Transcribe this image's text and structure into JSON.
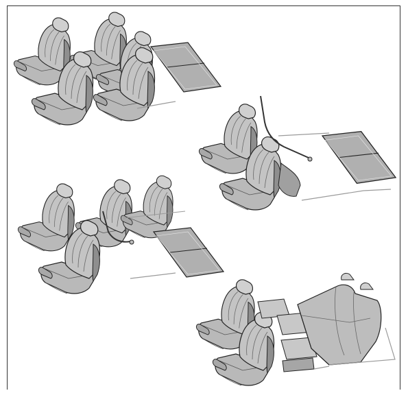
{
  "figure": {
    "panels": [
      {
        "id": "panel-a"
      },
      {
        "id": "panel-b"
      },
      {
        "id": "panel-c"
      },
      {
        "id": "panel-d"
      }
    ]
  },
  "colors": {
    "seat_fill": "#b9b9b9",
    "seat_shade": "#8e8e8e",
    "seat_light": "#d6d6d6",
    "outline": "#222222",
    "floor_line": "#9a9a9a",
    "frame": "#333333"
  }
}
